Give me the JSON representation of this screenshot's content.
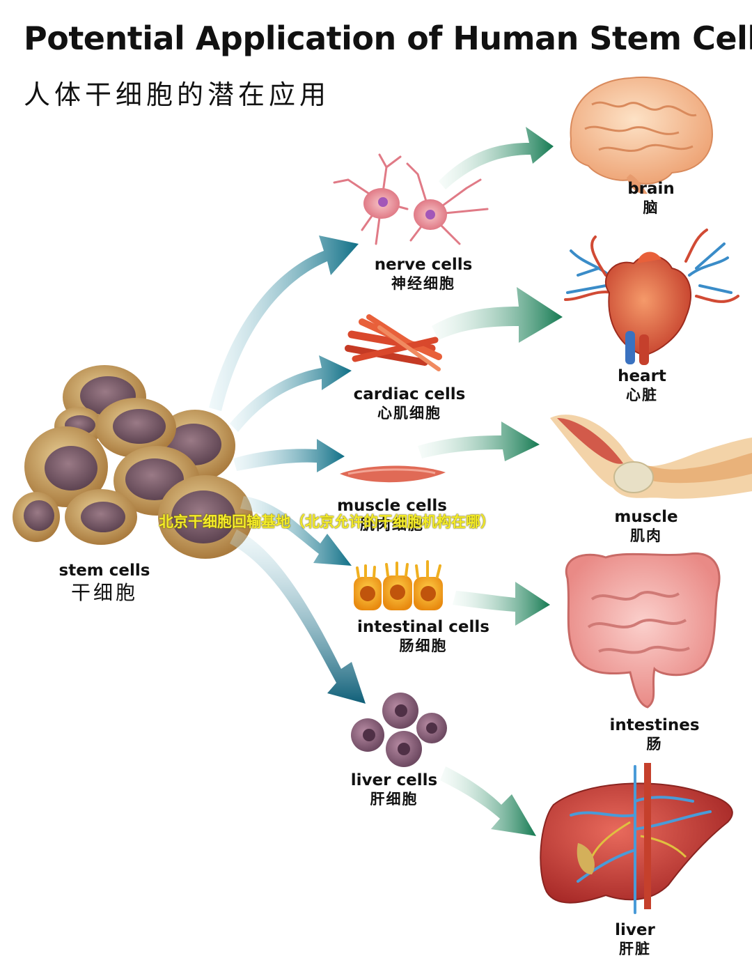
{
  "title": "Potential Application of Human Stem Cells",
  "subtitle": "人体干细胞的潜在应用",
  "stem": {
    "en": "stem cells",
    "zh": "干细胞"
  },
  "cells": [
    {
      "en": "nerve cells",
      "zh": "神经细胞"
    },
    {
      "en": "cardiac cells",
      "zh": "心肌细胞"
    },
    {
      "en": "muscle cells",
      "zh": "肌肉细胞"
    },
    {
      "en": "intestinal cells",
      "zh": "肠细胞"
    },
    {
      "en": "liver cells",
      "zh": "肝细胞"
    }
  ],
  "organs": [
    {
      "en": "brain",
      "zh": "脑"
    },
    {
      "en": "heart",
      "zh": "心脏"
    },
    {
      "en": "muscle",
      "zh": "肌肉"
    },
    {
      "en": "intestines",
      "zh": "肠"
    },
    {
      "en": "liver",
      "zh": "肝脏"
    }
  ],
  "watermark": "北京干细胞回输基地（北京允许的干细胞机构在哪）",
  "colors": {
    "arrow_blue": "#0f6f86",
    "arrow_green": "#157a52",
    "watermark": "#f4ec28"
  }
}
